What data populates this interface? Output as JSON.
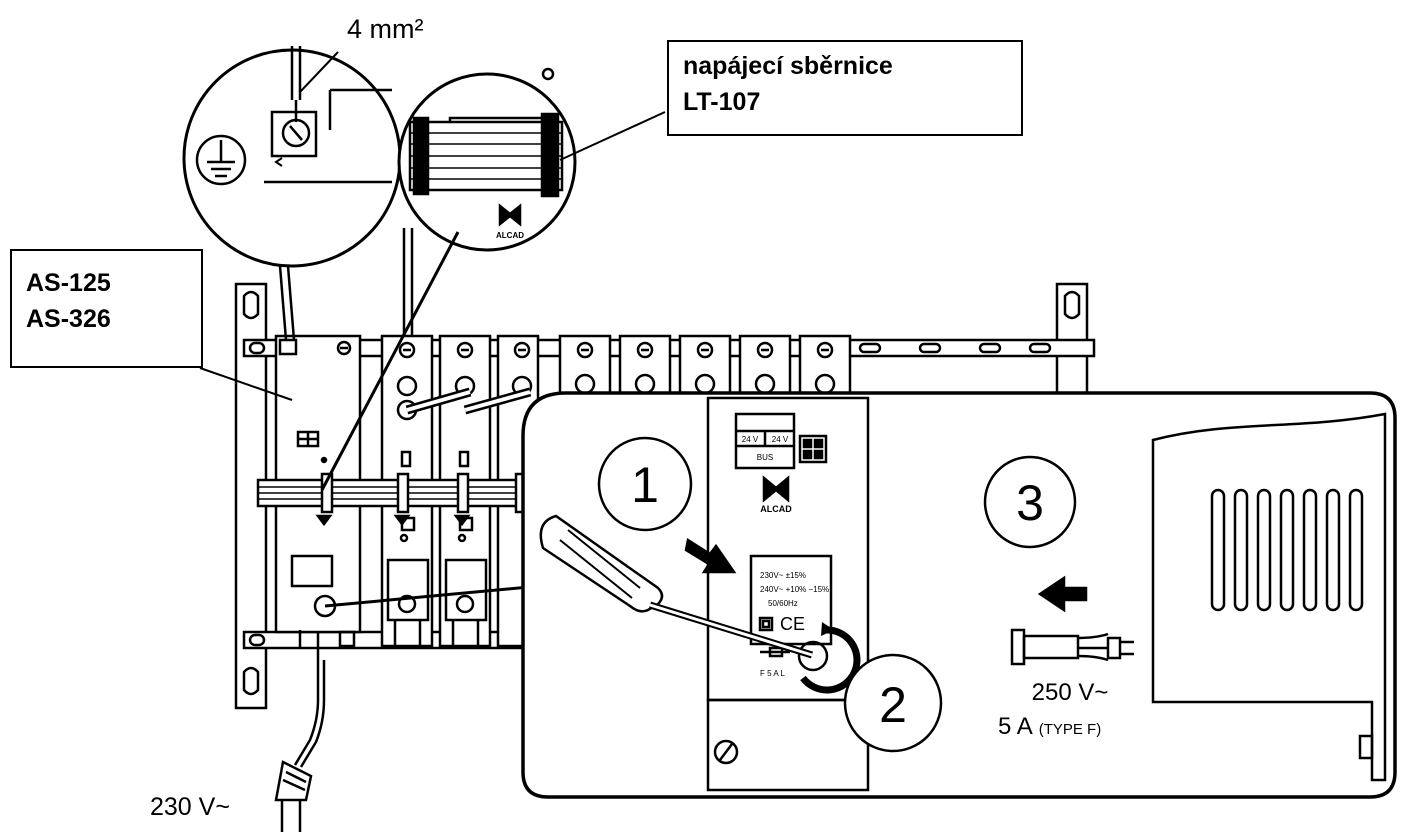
{
  "labels": {
    "top_wire": "4 mm²",
    "bus": {
      "line1": "napájecí sběrnice",
      "line2": "LT-107"
    },
    "models": {
      "line1": "AS-125",
      "line2": "AS-326"
    },
    "mains": "230 V~",
    "brand": "ALCAD",
    "fuse_voltage": "250 V~",
    "fuse_current": "5 A",
    "fuse_type": "(TYPE F)",
    "fuse_mark": "F 5 A L",
    "bus_mark": "BUS",
    "volt_a": "24 V",
    "volt_b": "24 V",
    "rating_1": "230V~ ±15%",
    "rating_2": "240V~ +10% −15%",
    "rating_3": "50/60Hz",
    "ce": "CE"
  },
  "steps": [
    "1",
    "2",
    "3"
  ]
}
